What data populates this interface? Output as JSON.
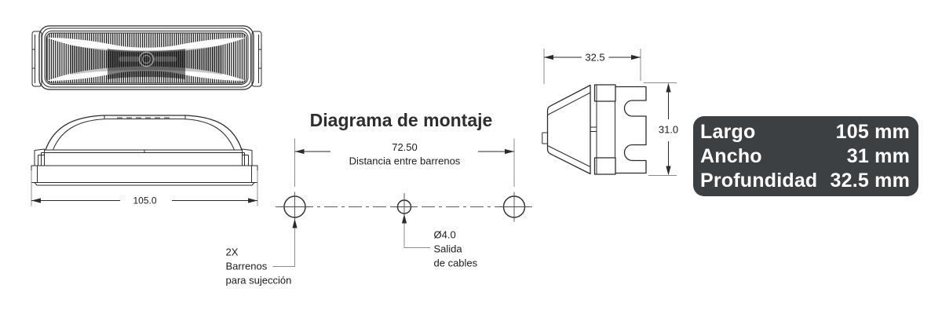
{
  "colors": {
    "line": "#2b2b2b",
    "construction": "#8c8c8c",
    "text": "#1c1c1c",
    "panel_bg": "#3d4043",
    "panel_text": "#ffffff"
  },
  "profile_view": {
    "length_dim": "105.0"
  },
  "mounting": {
    "title": "Diagrama de montaje",
    "hole_distance": "72.50",
    "hole_distance_label": "Distancia entre barrenos",
    "fastener_note": [
      "2X",
      "Barrenos",
      "para sujección"
    ],
    "cable_note": [
      "Ø4.0",
      "Salida",
      "de cables"
    ]
  },
  "side_view": {
    "width_dim": "32.5",
    "height_dim": "31.0"
  },
  "specs": {
    "rows": [
      {
        "label": "Largo",
        "value": "105 mm"
      },
      {
        "label": "Ancho",
        "value": "31 mm"
      },
      {
        "label": "Profundidad",
        "value": "32.5 mm"
      }
    ]
  }
}
